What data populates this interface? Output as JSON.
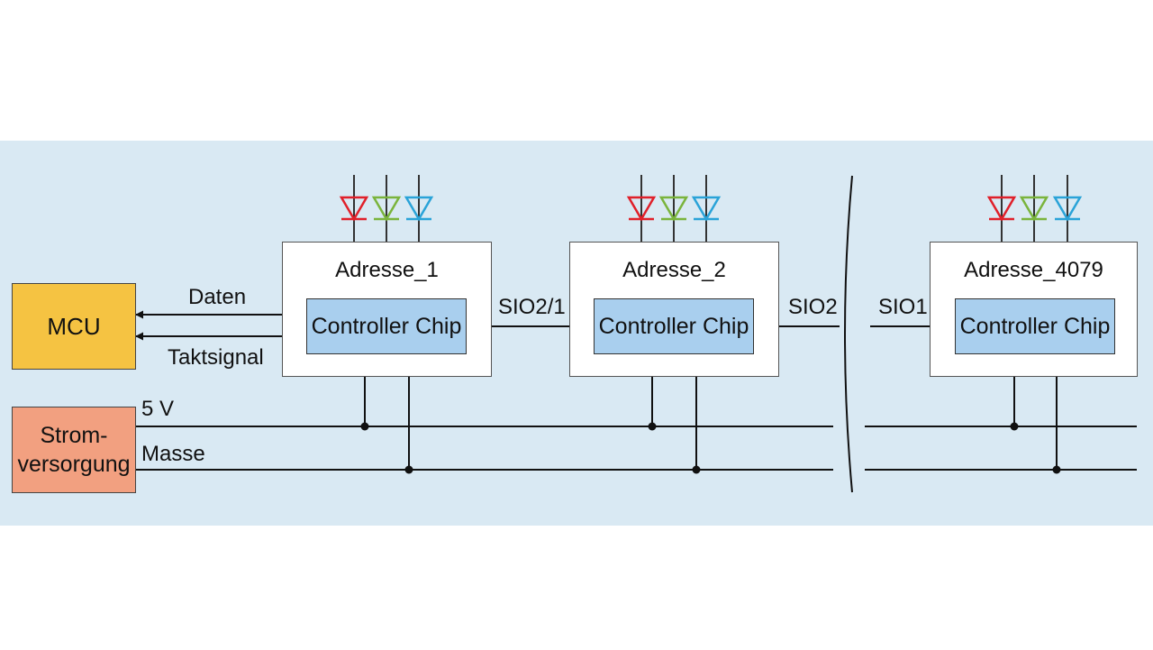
{
  "mcu": {
    "label": "MCU"
  },
  "power": {
    "label_line1": "Strom-",
    "label_line2": "versorgung"
  },
  "signals": {
    "data": "Daten",
    "clock": "Taktsignal",
    "vcc": "5 V",
    "ground": "Masse"
  },
  "modules": [
    {
      "address": "Adresse_1",
      "chip": "Controller Chip"
    },
    {
      "address": "Adresse_2",
      "chip": "Controller Chip"
    },
    {
      "address": "Adresse_4079",
      "chip": "Controller Chip"
    }
  ],
  "links": {
    "between_1_2": "SIO2/1",
    "out_2": "SIO2",
    "in_4079": "SIO1"
  },
  "led_colors": [
    "#e0202a",
    "#7ab43c",
    "#2aa3d8"
  ],
  "colors": {
    "panel": "#d9e9f3",
    "mcu": "#f5c342",
    "power": "#f2a080",
    "chip": "#a9cfee"
  }
}
